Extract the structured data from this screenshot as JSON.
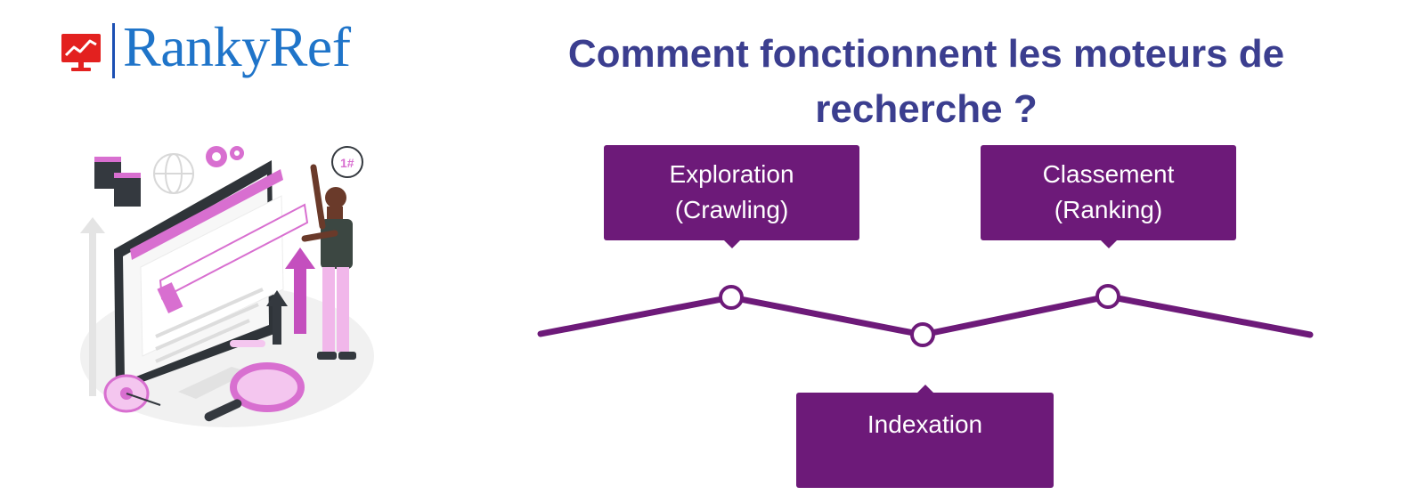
{
  "logo": {
    "text": "RankyRef",
    "icon": "monitor-chart-icon",
    "color": "#1f74c9",
    "icon_color": "#e3211f"
  },
  "title": "Comment fonctionnent les moteurs de recherche ?",
  "steps": [
    {
      "line1": "Exploration",
      "line2": "(Crawling)"
    },
    {
      "line1": "Indexation"
    },
    {
      "line1": "Classement",
      "line2": "(Ranking)"
    }
  ],
  "colors": {
    "title": "#3b3e8f",
    "accent": "#6d1a79",
    "illustration_pink": "#d86fd0"
  }
}
